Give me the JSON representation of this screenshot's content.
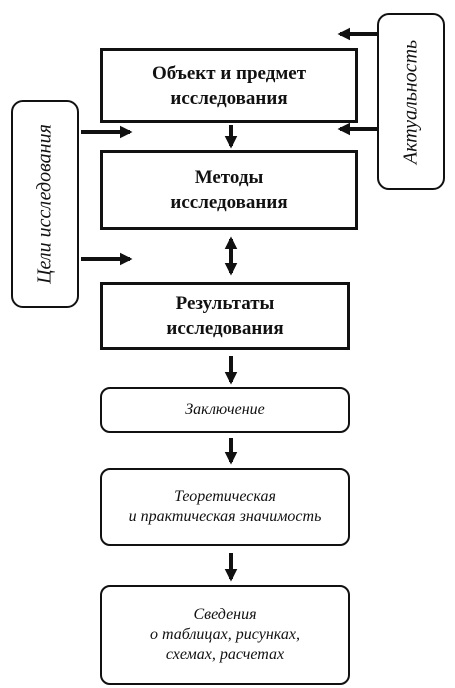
{
  "boxes": {
    "object": {
      "line1": "Объект и предмет",
      "line2": "исследования"
    },
    "methods": {
      "line1": "Методы",
      "line2": "исследования"
    },
    "results": {
      "line1": "Результаты",
      "line2": "исследования"
    },
    "conclusion": {
      "line1": "Заключение"
    },
    "significance": {
      "line1": "Теоретическая",
      "line2": "и практическая значимость"
    },
    "info": {
      "line1": "Сведения",
      "line2": "о таблицах, рисунках,",
      "line3": "схемах, расчетах"
    }
  },
  "side": {
    "left": "Цели исследования",
    "right": "Актуальность"
  },
  "colors": {
    "line": "#111111",
    "background": "#ffffff"
  }
}
